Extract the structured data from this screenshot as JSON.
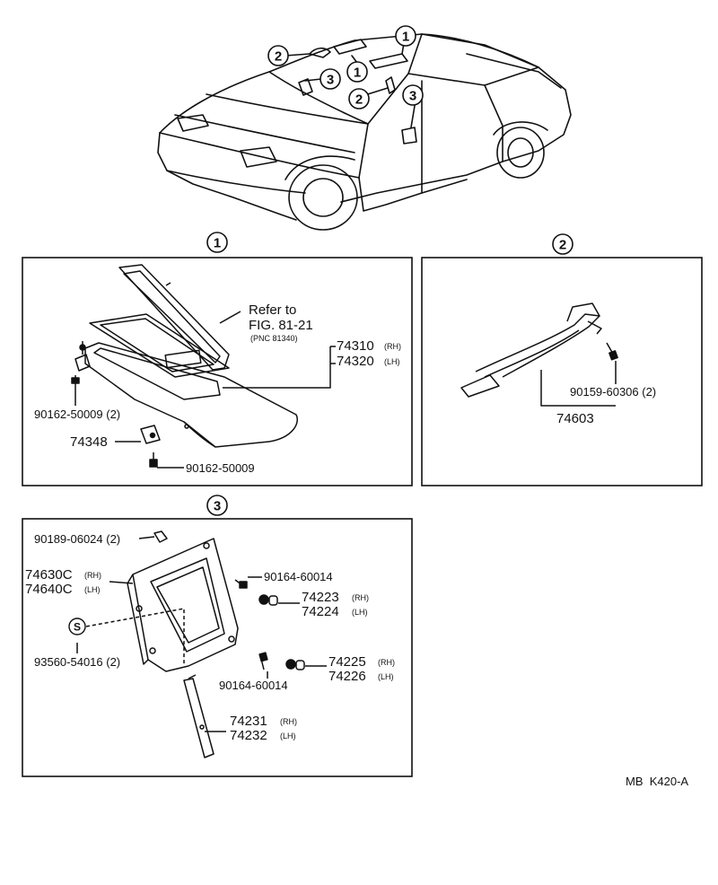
{
  "overview": {
    "callouts": [
      "1",
      "2",
      "3",
      "1",
      "2",
      "3"
    ]
  },
  "section_markers": {
    "s1": "1",
    "s2": "2",
    "s3": "3"
  },
  "box1": {
    "refer_line1": "Refer to",
    "refer_line2": "FIG. 81-21",
    "refer_line3": "(PNC 81340)",
    "p74310": "74310",
    "p74310_side": "(RH)",
    "p74320": "74320",
    "p74320_side": "(LH)",
    "p90162_a": "90162-50009 (2)",
    "p74348": "74348",
    "p90162_b": "90162-50009"
  },
  "box2": {
    "p90159": "90159-60306 (2)",
    "p74603": "74603"
  },
  "box3": {
    "p90189": "90189-06024 (2)",
    "p74630": "74630C",
    "p74630_side": "(RH)",
    "p74640": "74640C",
    "p74640_side": "(LH)",
    "s_mark": "S",
    "p93560": "93560-54016 (2)",
    "p90164_a": "90164-60014",
    "p74223": "74223",
    "p74223_side": "(RH)",
    "p74224": "74224",
    "p74224_side": "(LH)",
    "p90164_b": "90164-60014",
    "p74225": "74225",
    "p74225_side": "(RH)",
    "p74226": "74226",
    "p74226_side": "(LH)",
    "p74231": "74231",
    "p74231_side": "(RH)",
    "p74232": "74232",
    "p74232_side": "(LH)"
  },
  "footer": {
    "code": "MB  K420-A"
  }
}
